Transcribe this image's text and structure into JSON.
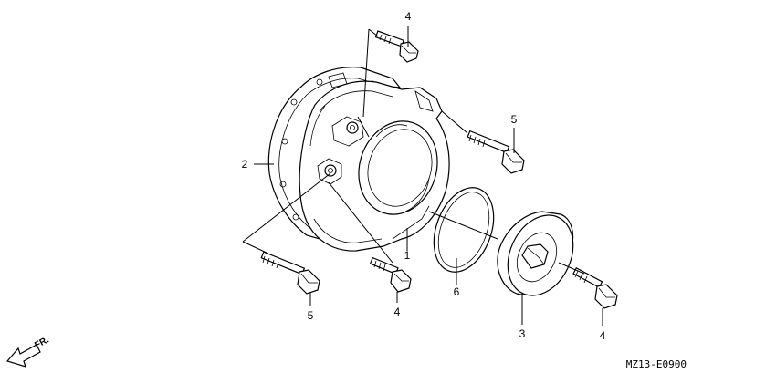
{
  "callouts": {
    "top_bolt_4": "4",
    "right_bolt_5": "5",
    "gasket_2": "2",
    "cover_1": "1",
    "oring_6": "6",
    "cap_3": "3",
    "left_bolt_5": "5",
    "middle_bolt_4": "4",
    "right_bolt_4": "4"
  },
  "direction_label": "FR.",
  "drawing_code": "MZ13-E0900"
}
